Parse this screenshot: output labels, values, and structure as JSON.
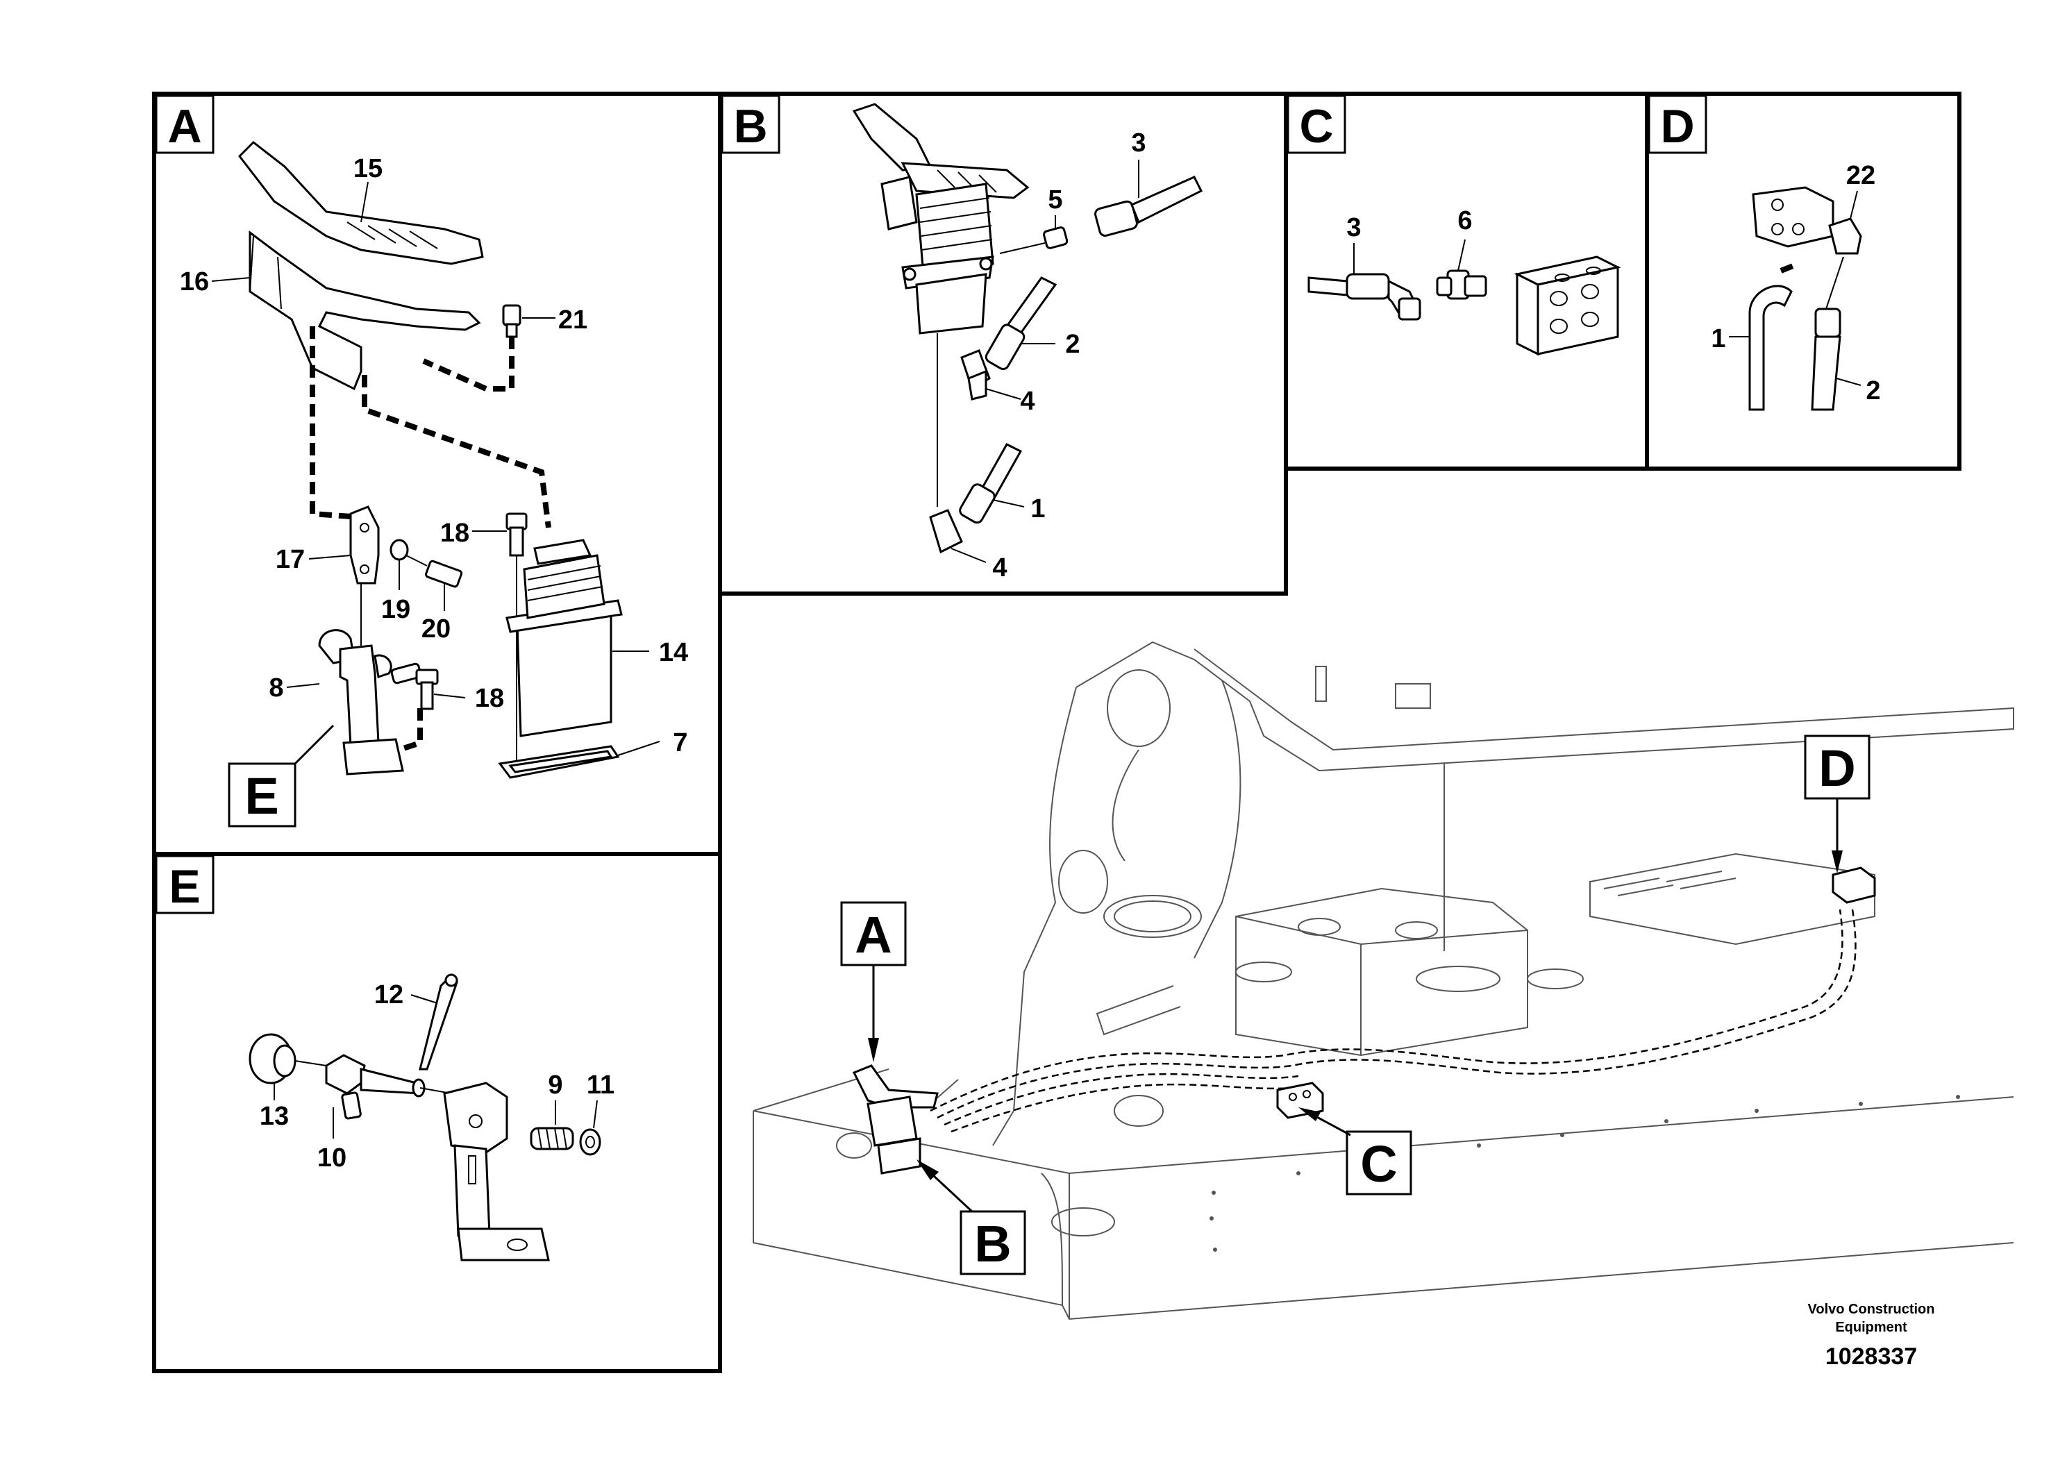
{
  "panels": {
    "A": "A",
    "B": "B",
    "C": "C",
    "D": "D",
    "E": "E"
  },
  "callouts": {
    "A": "A",
    "B": "B",
    "C": "C",
    "D": "D",
    "E": "E"
  },
  "panel_a_labels": {
    "n15": "15",
    "n16": "16",
    "n21": "21",
    "n18a": "18",
    "n17": "17",
    "n19": "19",
    "n20": "20",
    "n14": "14",
    "n8": "8",
    "n18b": "18",
    "n7": "7"
  },
  "panel_b_labels": {
    "n3": "3",
    "n5": "5",
    "n2": "2",
    "n4a": "4",
    "n1": "1",
    "n4b": "4"
  },
  "panel_c_labels": {
    "n3": "3",
    "n6": "6"
  },
  "panel_d_labels": {
    "n22": "22",
    "n1": "1",
    "n2": "2"
  },
  "panel_e_labels": {
    "n12": "12",
    "n13": "13",
    "n10": "10",
    "n9": "9",
    "n11": "11"
  },
  "credit": {
    "line1": "Volvo Construction",
    "line2": "Equipment",
    "doc_number": "1028337"
  }
}
